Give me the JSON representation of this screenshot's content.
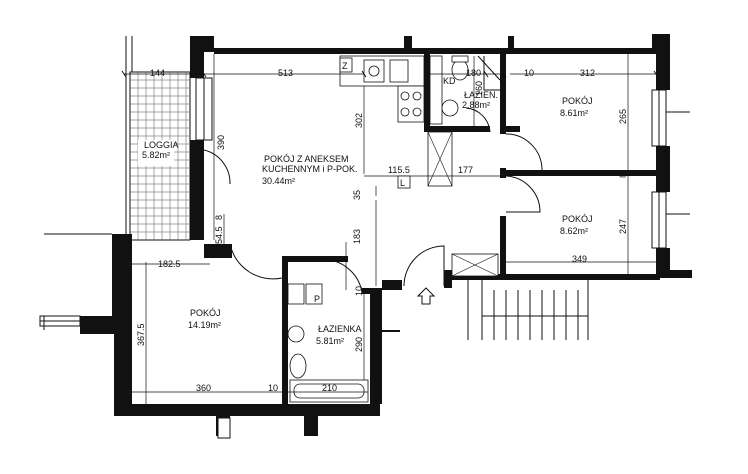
{
  "rooms": {
    "loggia": {
      "name": "LOGGIA",
      "area": "5.82m²"
    },
    "living": {
      "name_line1": "POKÓJ Z ANEKSEM",
      "name_line2": "KUCHENNYM i P-POK.",
      "area": "30.44m²"
    },
    "wc_small": {
      "name": "ŁAZIEN.",
      "area": "2.88m²"
    },
    "room_ne": {
      "name": "POKÓJ",
      "area": "8.61m²"
    },
    "room_e": {
      "name": "POKÓJ",
      "area": "8.62m²"
    },
    "room_sw": {
      "name": "POKÓJ",
      "area": "14.19m²"
    },
    "bath": {
      "name": "ŁAZIENKA",
      "area": "5.81m²"
    }
  },
  "dimensions": {
    "d144": "144",
    "d513": "513",
    "d180": "180",
    "d10a": "10",
    "d312": "312",
    "d390": "390",
    "d302": "302",
    "d160": "160",
    "d265": "265",
    "d115_5": "115.5",
    "d177": "177",
    "d8": "8",
    "d247": "247",
    "d35": "35",
    "d183": "183",
    "d349": "349",
    "d54_5": "54.5",
    "d8b": "8",
    "d182_5": "182.5",
    "d367_5": "367.5",
    "d10b": "10",
    "d290": "290",
    "d360": "360",
    "d10c": "10",
    "d210": "210"
  },
  "markers": {
    "z": "Z",
    "kd": "KD",
    "p": "P",
    "l": "L"
  },
  "colors": {
    "ink": "#111111",
    "paper": "#ffffff"
  }
}
